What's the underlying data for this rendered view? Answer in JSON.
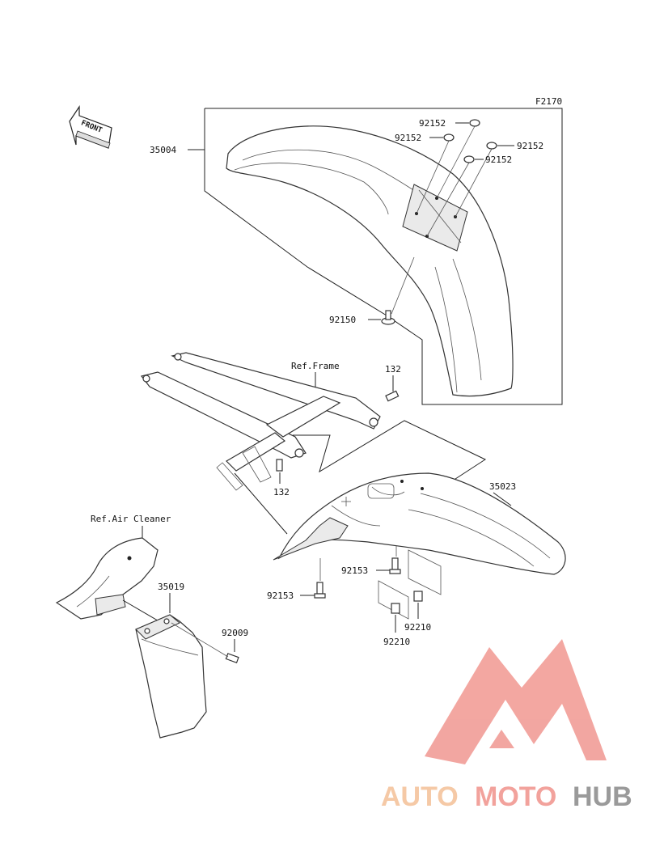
{
  "diagram": {
    "code": "F2170",
    "direction": "FRONT",
    "part_labels": {
      "front_fender": "35004",
      "washer_1": "92152",
      "washer_2": "92152",
      "washer_3": "92152",
      "washer_4": "92152",
      "front_bolt": "92150",
      "ref_frame": "Ref.Frame",
      "bolt_132_a": "132",
      "bolt_132_b": "132",
      "rear_fender": "35023",
      "ref_air_cleaner": "Ref.Air Cleaner",
      "mud_flap": "35019",
      "flap_screw": "92009",
      "rear_bolt_a": "92153",
      "rear_bolt_b": "92153",
      "nut_a": "92210",
      "nut_b": "92210"
    }
  },
  "watermark": {
    "brand_part_1": "AUTO",
    "brand_part_2": "MOTO",
    "brand_part_3": "HUB",
    "colors": {
      "logo": "#f2a29c",
      "text_warm": "#f5c9a6",
      "text_red": "#f2a29c",
      "text_gray": "#9a9a9a"
    }
  }
}
